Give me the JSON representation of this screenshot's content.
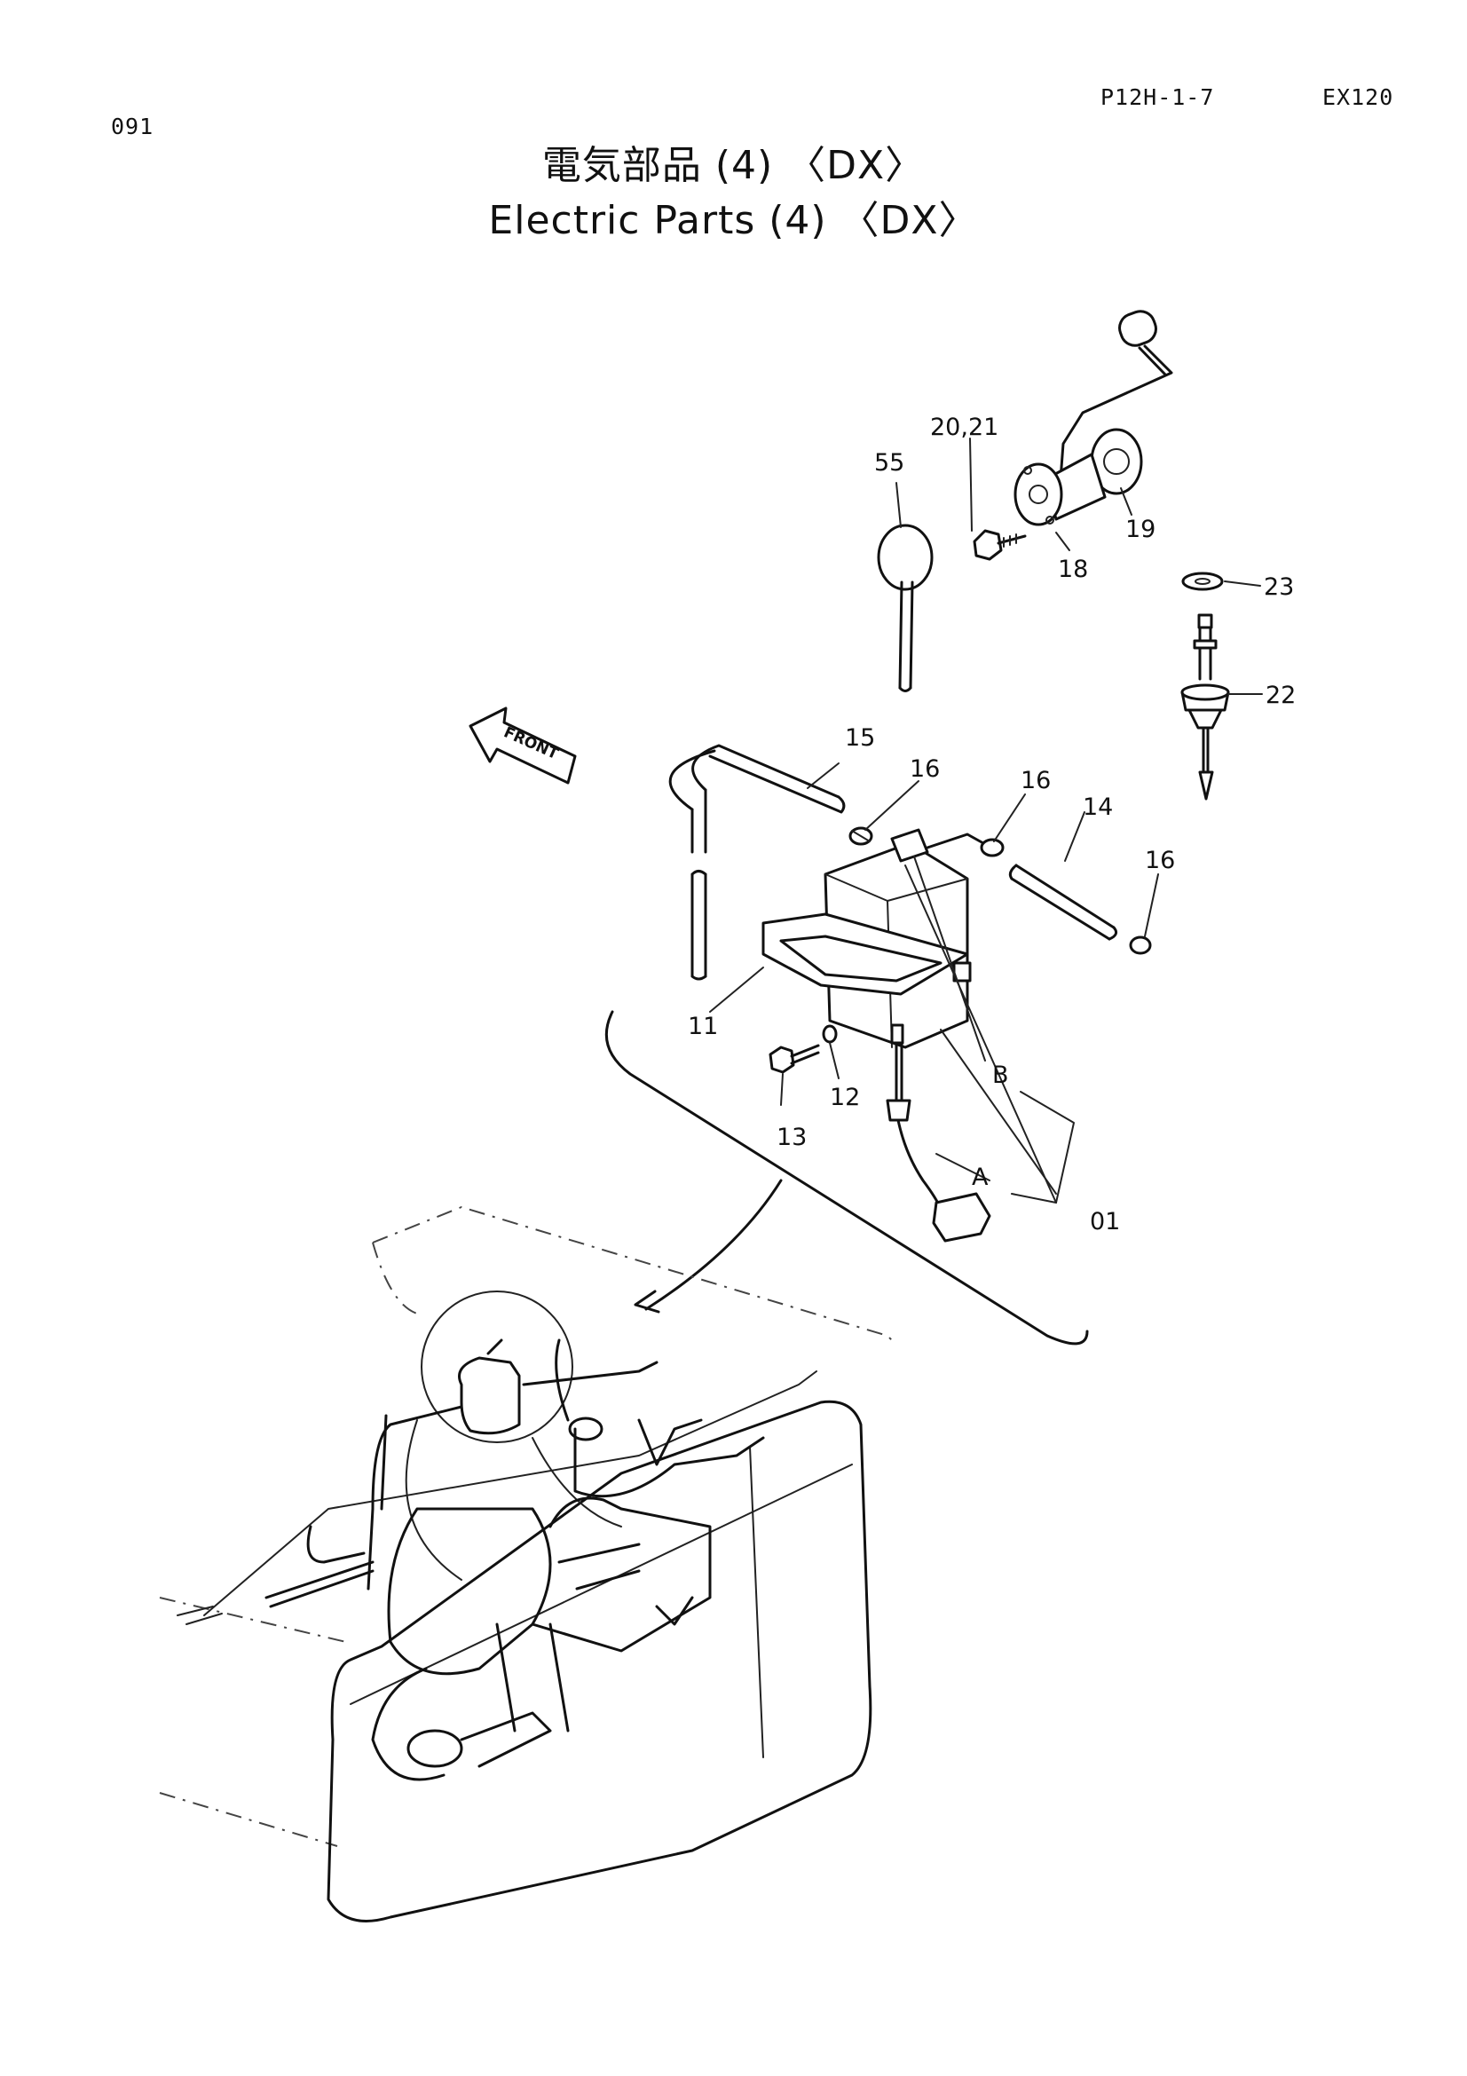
{
  "header": {
    "page_number": "091",
    "part_code": "P12H-1-7",
    "model": "EX120"
  },
  "title": {
    "japanese": "電気部品 (4) 〈DX〉",
    "english": "Electric Parts (4) 〈DX〉"
  },
  "direction_marker": "FRONT",
  "callouts": {
    "c01": "01",
    "c11": "11",
    "c12": "12",
    "c13": "13",
    "c14": "14",
    "c15": "15",
    "c16a": "16",
    "c16b": "16",
    "c16c": "16",
    "c18": "18",
    "c19": "19",
    "c20_21": "20,21",
    "c22": "22",
    "c23": "23",
    "c55": "55",
    "cA": "A",
    "cB": "B"
  }
}
